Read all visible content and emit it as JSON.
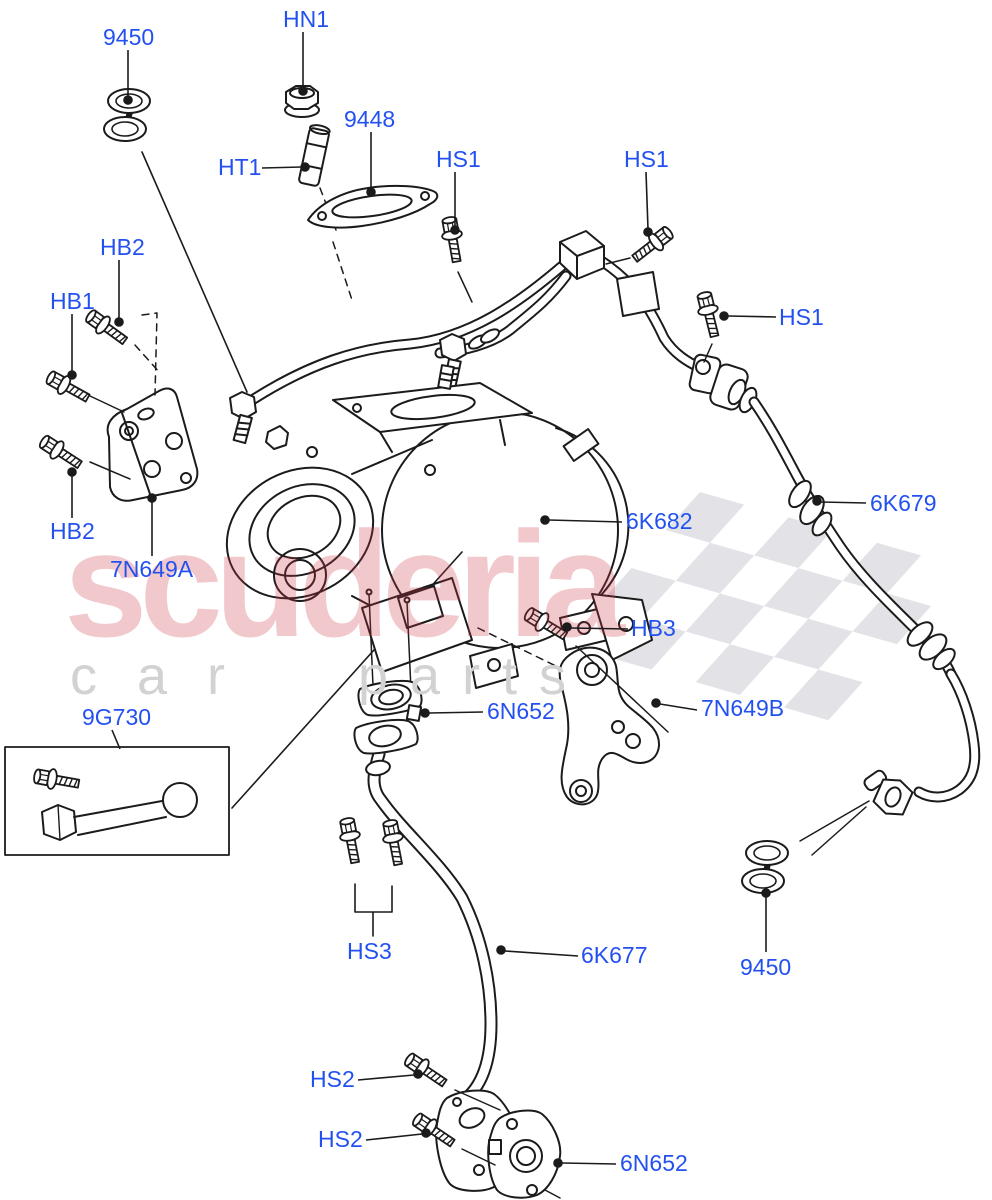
{
  "watermark": {
    "brand": "scuderia",
    "word1": "car",
    "word2": "parts"
  },
  "colors": {
    "label_blue": "#2351f0",
    "line_black": "#1b1b1b",
    "watermark_red": "#cc3344",
    "watermark_gray": "#d2d2d2",
    "flag_gray": "#e3e3e7"
  },
  "labels": {
    "grommet_top": "9450",
    "nut_top": "HN1",
    "gasket": "9448",
    "stud": "HT1",
    "hs1_a": "HS1",
    "hs1_b": "HS1",
    "hs1_c": "HS1",
    "hb2_a": "HB2",
    "hb1": "HB1",
    "hb2_b": "HB2",
    "bracket_a": "7N649A",
    "turbo": "6K682",
    "hose": "6K679",
    "hb3": "HB3",
    "drain_flange": "6N652",
    "bracket_b": "7N649B",
    "banjo_kit": "9G730",
    "hs3": "HS3",
    "drain_pipe": "6K677",
    "grommet_bottom": "9450",
    "hs2_a": "HS2",
    "hs2_b": "HS2",
    "return_flange": "6N652"
  }
}
